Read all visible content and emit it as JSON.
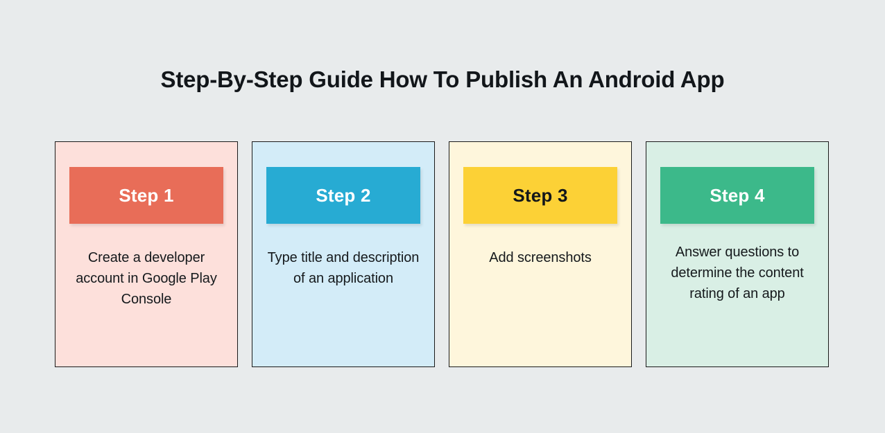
{
  "page": {
    "title": "Step-By-Step Guide How To Publish An Android App",
    "background_color": "#E8EBEC",
    "text_color": "#12161A"
  },
  "cards": [
    {
      "step_label": "Step 1",
      "body": "Create a developer account in Google Play Console",
      "card_bg": "#FDE0DB",
      "banner_bg": "#E86D58",
      "banner_text_color": "#FFFFFF",
      "border_color": "#1A1A1A"
    },
    {
      "step_label": "Step 2",
      "body": "Type title and description of an application",
      "card_bg": "#D3ECF8",
      "banner_bg": "#27ABD3",
      "banner_text_color": "#FFFFFF",
      "border_color": "#1A1A1A"
    },
    {
      "step_label": "Step 3",
      "body": "Add screenshots",
      "card_bg": "#FEF6DC",
      "banner_bg": "#FCD136",
      "banner_text_color": "#12161A",
      "border_color": "#1A1A1A"
    },
    {
      "step_label": "Step 4",
      "body": "Answer questions to determine the content rating of an app",
      "card_bg": "#D9EFE5",
      "banner_bg": "#3CB98A",
      "banner_text_color": "#FFFFFF",
      "border_color": "#1A1A1A"
    }
  ]
}
